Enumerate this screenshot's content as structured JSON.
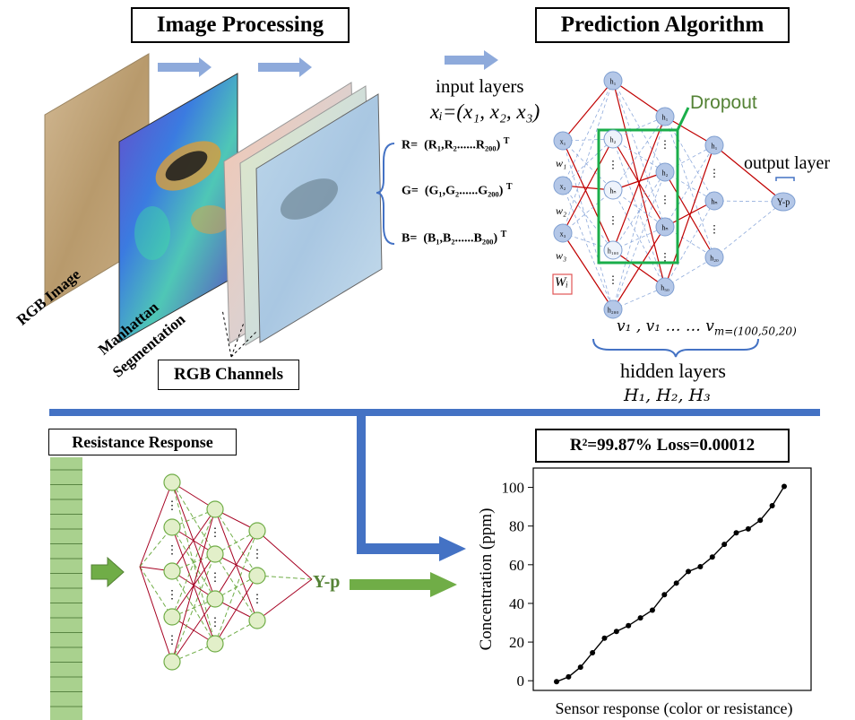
{
  "top": {
    "image_processing_title": "Image Processing",
    "prediction_title": "Prediction Algorithm",
    "rgb_image_label": "RGB Image",
    "seg_label_1": "Manhattan",
    "seg_label_2": "Segmentation",
    "rgb_channels_label": "RGB Channels",
    "channels": {
      "r": {
        "prefix": "R=",
        "vec": "(R₁,R₂......R₂₀₀)",
        "sup": "T"
      },
      "g": {
        "prefix": "G=",
        "vec": "(G₁,G₂......G₂₀₀)",
        "sup": "T"
      },
      "b": {
        "prefix": "B=",
        "vec": "(B₁,B₂......B₂₀₀)",
        "sup": "T"
      }
    },
    "input_layers_label": "input layers",
    "input_formula": "xᵢ=(x₁, x₂, x₃)",
    "dropout_label": "Dropout",
    "output_layer_label": "output layer",
    "hidden_layers_label": "hidden layers",
    "hidden_formula": "H₁, H₂, H₃",
    "v_formula": "v₁ , v₁ … … v",
    "v_sub": "m=(100,50,20)",
    "weights": [
      "w₁",
      "w₂",
      "w₃"
    ],
    "wi_label": "Wᵢ",
    "nodes": {
      "inputs": [
        "x₁",
        "x₂",
        "x₃"
      ],
      "h1": [
        "h₁",
        "h₂",
        "hₙ",
        "h₁₀₀",
        "h₂₀₀"
      ],
      "h2": [
        "h₁",
        "h₂",
        "hₙ",
        "h₅₀"
      ],
      "h3": [
        "h₁",
        "hₙ",
        "h₂₀"
      ],
      "output": "Y-p"
    }
  },
  "bottom": {
    "resistance_title": "Resistance Response",
    "yp_label": "Y-p",
    "metrics": "R²=99.87%  Loss=0.00012"
  },
  "colors": {
    "arrow_light": "#8eaadb",
    "arrow_dark": "#4472c4",
    "green_box": "#1aae4a",
    "green_arrow": "#70ad47",
    "node_fill": "#b4c7e7",
    "red": "#c00000"
  },
  "chart_data": {
    "type": "line",
    "title": "",
    "xlabel": "Sensor response (color or resistance)",
    "ylabel": "Concentration (ppm)",
    "ylim": [
      -5,
      110
    ],
    "yticks": [
      0,
      20,
      40,
      60,
      80,
      100
    ],
    "series": [
      {
        "values": [
          -0.5,
          2,
          7,
          14.5,
          22,
          25.5,
          28.5,
          32.5,
          36.5,
          44.5,
          50.5,
          56.5,
          59,
          64,
          70.5,
          76.5,
          78.5,
          83,
          90.5,
          100.5
        ]
      }
    ]
  }
}
